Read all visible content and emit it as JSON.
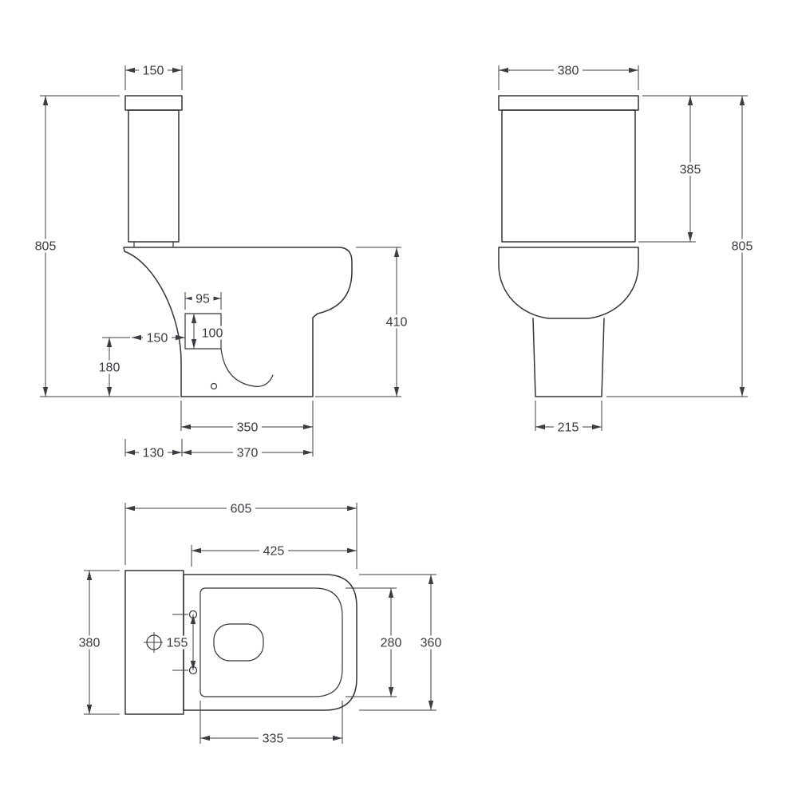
{
  "drawing": {
    "subject": "close-coupled-toilet-technical-drawing",
    "line_color": "#34343a",
    "background": "#ffffff",
    "views": {
      "side": {
        "name": "side-view",
        "dims": {
          "cistern_width": "150",
          "overall_height": "805",
          "bowl_height": "410",
          "outlet_box_width": "95",
          "outlet_box_height": "100",
          "outlet_setback": "150",
          "outlet_height": "180",
          "base_depth": "350",
          "cistern_depth": "130",
          "bowl_depth": "370"
        }
      },
      "front": {
        "name": "front-view",
        "dims": {
          "overall_width": "380",
          "cistern_height": "385",
          "overall_height": "805",
          "base_width": "215"
        }
      },
      "top": {
        "name": "top-view",
        "dims": {
          "overall_depth": "605",
          "bowl_projection": "425",
          "overall_width": "380",
          "hinge_hole_spacing": "155",
          "seat_inner_width": "280",
          "seat_outer_width": "360",
          "seat_inner_depth": "335"
        }
      }
    }
  }
}
